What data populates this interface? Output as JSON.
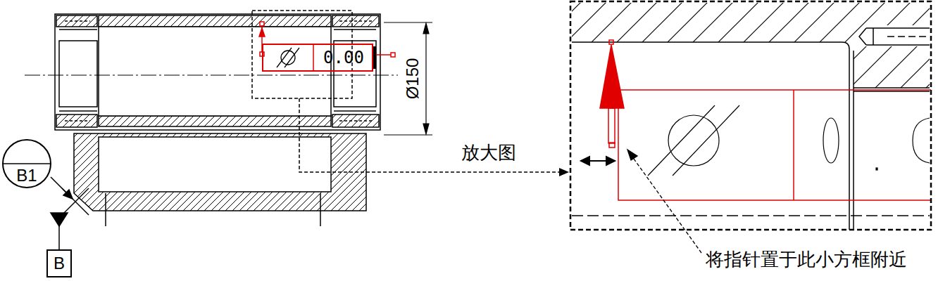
{
  "diagram": {
    "nodes": [
      {
        "text": [
          "0.00"
        ]
      },
      {
        "text": [
          "B1"
        ]
      },
      {
        "text": [
          "B"
        ]
      }
    ],
    "labels": [
      "Ø150",
      "放大图",
      "将指针置于此小方框附近"
    ]
  }
}
